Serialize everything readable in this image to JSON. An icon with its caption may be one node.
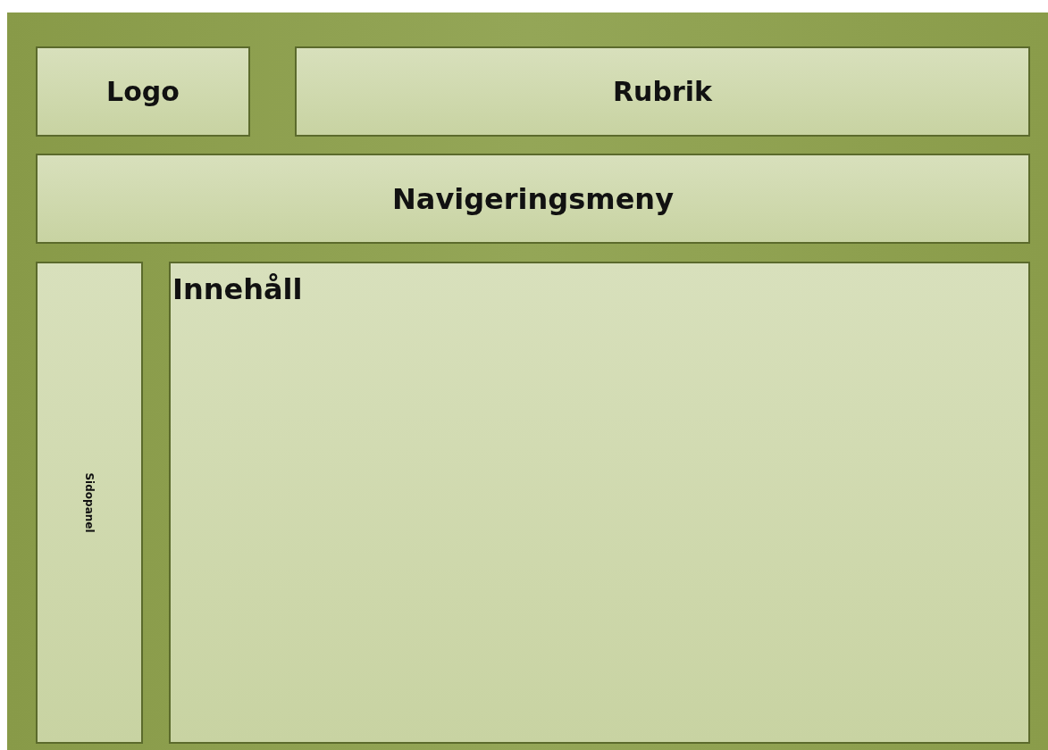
{
  "diagram": {
    "nodes": [
      {
        "text": [
          "Logo"
        ]
      },
      {
        "text": [
          "Rubrik"
        ]
      },
      {
        "text": [
          "Navigeringsmeny"
        ]
      },
      {
        "text": [
          "Sidopanel"
        ]
      },
      {
        "text": [
          "Innehåll"
        ]
      }
    ]
  }
}
